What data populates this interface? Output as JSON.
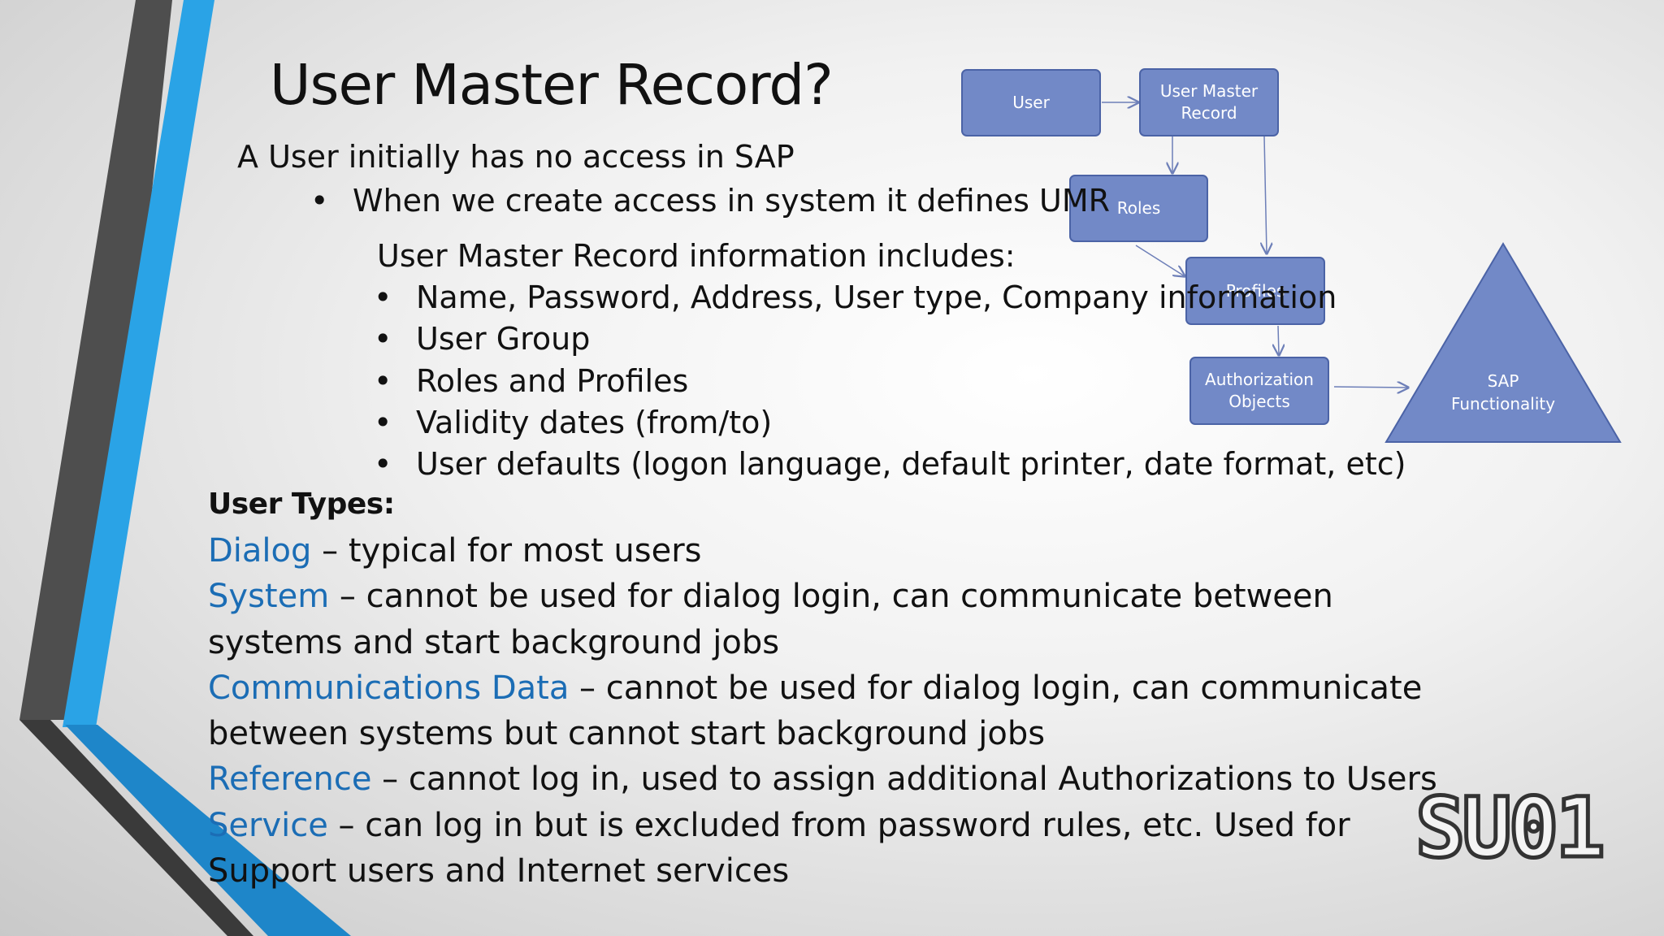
{
  "slide": {
    "title": "User Master Record?",
    "intro": "A User initially has no access in SAP",
    "intro_bullets": [
      "When we create access in system it defines UMR"
    ],
    "umr_intro": "User Master Record information includes:",
    "umr_bullets": [
      "Name, Password, Address, User type, Company information",
      "User Group",
      "Roles and Profiles",
      "Validity dates (from/to)",
      "User defaults (logon language, default printer, date format, etc)"
    ],
    "user_types_heading": "User Types:",
    "user_types": [
      {
        "name": "Dialog",
        "desc": " – typical for most users"
      },
      {
        "name": "System",
        "desc": " – cannot be used for dialog login, can communicate between systems and start background jobs"
      },
      {
        "name": "Communications Data",
        "desc": " – cannot be used for dialog login, can communicate between systems but cannot start background jobs"
      },
      {
        "name": "Reference",
        "desc": " – cannot log in, used to assign additional Authorizations to Users"
      },
      {
        "name": "Service",
        "desc": " – can log in but is excluded from password rules, etc. Used for Support users and Internet services"
      }
    ],
    "badge": "SU01"
  },
  "diagram": {
    "nodes": {
      "user": "User",
      "umr": "User Master\nRecord",
      "roles": "Roles",
      "profiles": "Profiles",
      "auth": "Authorization\nObjects",
      "sap": "SAP\nFunctionality"
    }
  },
  "colors": {
    "accent_blue": "#2aa3e6",
    "dark_stripe": "#4d4d4d",
    "type_name": "#1b6db5",
    "node_fill": "#7289c7",
    "node_border": "#4b63a6"
  }
}
